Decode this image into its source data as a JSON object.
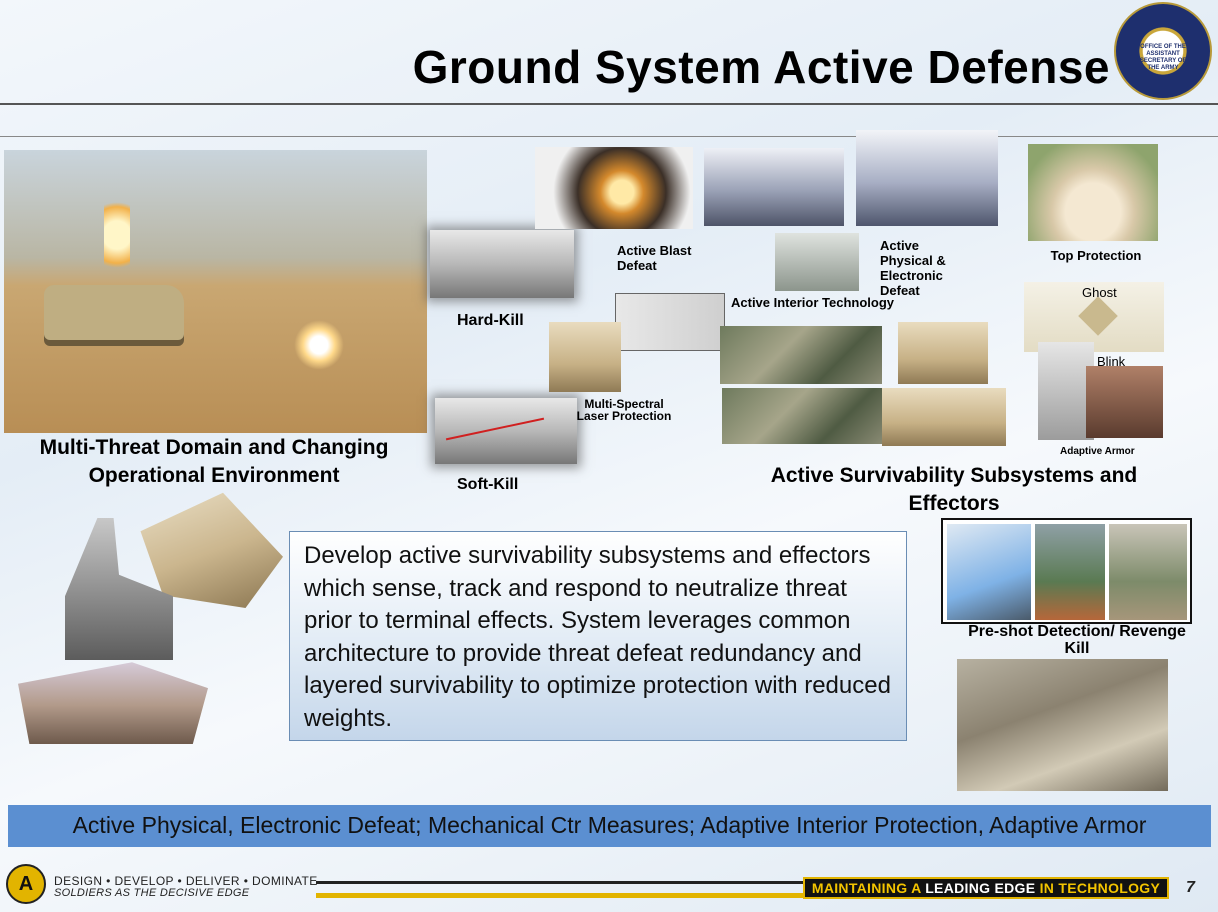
{
  "header": {
    "title": "Ground System Active Defense"
  },
  "seal": {
    "text": "OFFICE OF THE ASSISTANT SECRETARY OF THE ARMY"
  },
  "labels": {
    "multi_threat": "Multi-Threat Domain and Changing Operational Environment",
    "hard_kill": "Hard-Kill",
    "soft_kill": "Soft-Kill",
    "active_blast": "Active Blast Defeat",
    "active_phys": "Active Physical & Electronic Defeat",
    "top_protection": "Top Protection",
    "ghost": "Ghost",
    "blink": "Blink",
    "active_interior": "Active Interior Technology",
    "multi_spectral": "Multi-Spectral Laser Protection",
    "adaptive_armor": "Adaptive Armor",
    "survivability": "Active Survivability Subsystems and Effectors",
    "preshot": "Pre-shot Detection/ Revenge Kill"
  },
  "description": "Develop active survivability subsystems and effectors which sense, track and respond to neutralize threat prior to terminal effects. System leverages common architecture to provide threat defeat redundancy and layered survivability to optimize protection with reduced weights.",
  "bottom_bar": "Active Physical, Electronic Defeat;  Mechanical Ctr Measures; Adaptive Interior Protection, Adaptive Armor",
  "footer": {
    "logo": "A",
    "motto": "DESIGN • DEVELOP • DELIVER • DOMINATE",
    "motto2": "SOLDIERS AS THE DECISIVE EDGE",
    "banner_a": "MAINTAINING A ",
    "banner_b": "LEADING EDGE",
    "banner_c": " IN TECHNOLOGY",
    "page_number": "7"
  }
}
